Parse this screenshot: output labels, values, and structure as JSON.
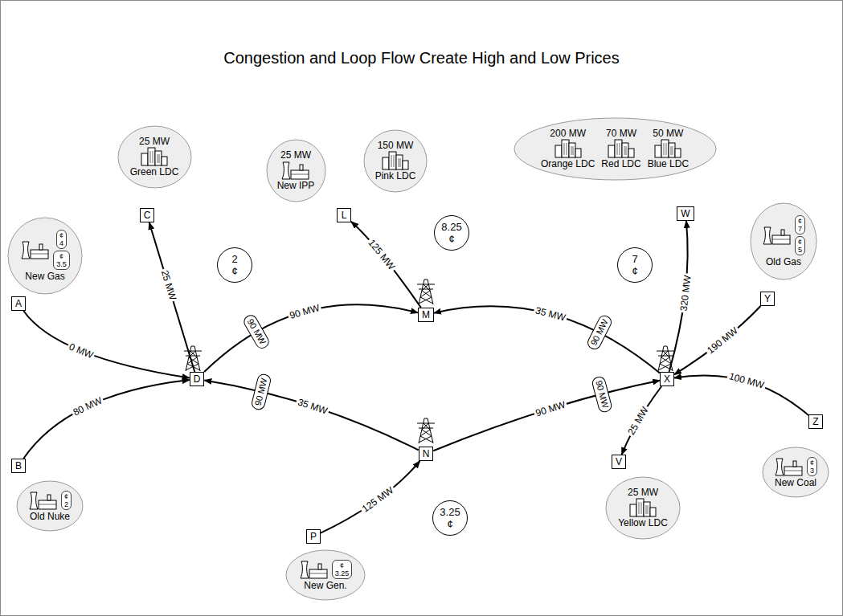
{
  "diagram": {
    "title": "Congestion and Loop Flow Create High and Low Prices",
    "nodes": [
      {
        "text": [
          "¢ 4",
          "¢ 3.5",
          "New Gas"
        ]
      },
      {
        "text": [
          "A"
        ]
      },
      {
        "text": [
          "25 MW",
          "Green LDC"
        ]
      },
      {
        "text": [
          "C"
        ]
      },
      {
        "text": [
          "25 MW",
          "New IPP"
        ]
      },
      {
        "text": [
          "150 MW",
          "Pink LDC"
        ]
      },
      {
        "text": [
          "L"
        ]
      },
      {
        "text": [
          "200 MW",
          "70 MW",
          "50 MW",
          "Orange LDC",
          "Red LDC",
          "Blue LDC"
        ]
      },
      {
        "text": [
          "W"
        ]
      },
      {
        "text": [
          "¢ 7",
          "¢ 5",
          "Old Gas"
        ]
      },
      {
        "text": [
          "Y"
        ]
      },
      {
        "text": [
          "2 ¢"
        ]
      },
      {
        "text": [
          "8.25 ¢"
        ]
      },
      {
        "text": [
          "7 ¢"
        ]
      },
      {
        "text": [
          "M"
        ]
      },
      {
        "text": [
          "D"
        ]
      },
      {
        "text": [
          "X"
        ]
      },
      {
        "text": [
          "B"
        ]
      },
      {
        "text": [
          "¢ 2",
          "Old Nuke"
        ]
      },
      {
        "text": [
          "N"
        ]
      },
      {
        "text": [
          "P"
        ]
      },
      {
        "text": [
          "¢ 3.25",
          "New Gen."
        ]
      },
      {
        "text": [
          "3.25 ¢"
        ]
      },
      {
        "text": [
          "V"
        ]
      },
      {
        "text": [
          "25 MW",
          "Yellow LDC"
        ]
      },
      {
        "text": [
          "Z"
        ]
      },
      {
        "text": [
          "¢ 3",
          "New Coal"
        ]
      }
    ],
    "edges": [
      {
        "from": 1,
        "to": 15,
        "arrow": "to",
        "label": "0 MW"
      },
      {
        "from": 17,
        "to": 15,
        "arrow": "to",
        "label": "80 MW"
      },
      {
        "from": 15,
        "to": 3,
        "arrow": "to",
        "label": "25 MW"
      },
      {
        "from": 15,
        "to": 14,
        "arrow": "to",
        "label": "90 MW"
      },
      {
        "from": 14,
        "to": 6,
        "arrow": "to",
        "label": "125 MW"
      },
      {
        "from": 16,
        "to": 14,
        "arrow": "to",
        "label": "35 MW"
      },
      {
        "from": 16,
        "to": 8,
        "arrow": "to",
        "label": "320 MW"
      },
      {
        "from": 10,
        "to": 16,
        "arrow": "to",
        "label": "190 MW"
      },
      {
        "from": 25,
        "to": 16,
        "arrow": "to",
        "label": "100 MW"
      },
      {
        "from": 16,
        "to": 23,
        "arrow": "to",
        "label": "25 MW"
      },
      {
        "from": 19,
        "to": 15,
        "arrow": "to",
        "label": "35 MW"
      },
      {
        "from": 19,
        "to": 16,
        "arrow": "to",
        "label": "90 MW"
      },
      {
        "from": 20,
        "to": 19,
        "arrow": "to",
        "label": "125 MW"
      }
    ],
    "labels": [
      "90 MW",
      "90 MW",
      "90 MW",
      "90 MW"
    ]
  }
}
